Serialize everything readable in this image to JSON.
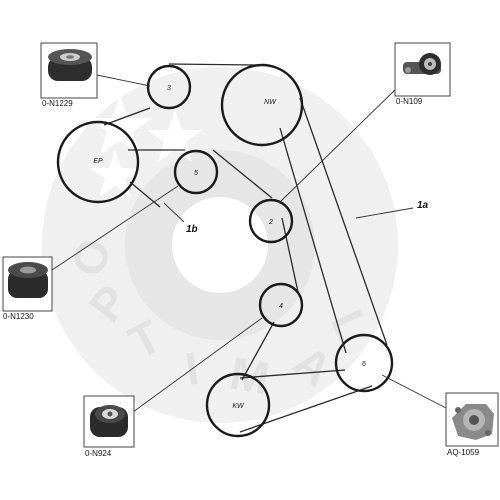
{
  "watermark": {
    "text": "OPTIMAL"
  },
  "pulleys": [
    {
      "id": "3",
      "label": "3"
    },
    {
      "id": "NW",
      "label": "NW"
    },
    {
      "id": "EP",
      "label": "EP"
    },
    {
      "id": "5",
      "label": "5"
    },
    {
      "id": "2",
      "label": "2"
    },
    {
      "id": "4",
      "label": "4"
    },
    {
      "id": "6",
      "label": "6"
    },
    {
      "id": "KW",
      "label": "KW"
    }
  ],
  "belt_labels": {
    "a": "1a",
    "b": "1b"
  },
  "parts": [
    {
      "id": "n1229",
      "number": "0-N1229"
    },
    {
      "id": "n109",
      "number": "0-N109"
    },
    {
      "id": "n1230",
      "number": "0-N1230"
    },
    {
      "id": "n924",
      "number": "0-N924"
    },
    {
      "id": "aq1059",
      "number": "AQ-1059"
    }
  ],
  "colors": {
    "line": "#1a1a1a",
    "watermark": "#e2e2e2",
    "part_dark": "#2b2b2b"
  }
}
